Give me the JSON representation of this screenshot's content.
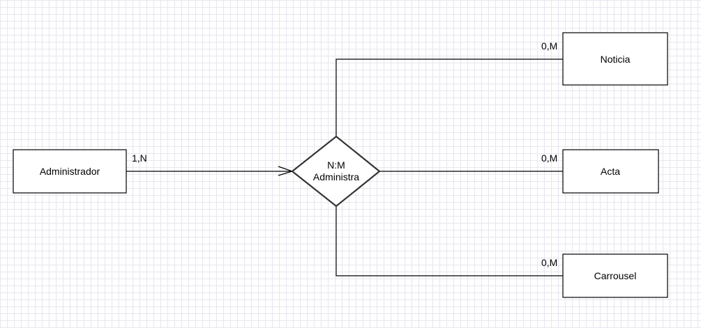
{
  "diagram": {
    "entities": {
      "administrador": "Administrador",
      "noticia": "Noticia",
      "acta": "Acta",
      "carrousel": "Carrousel"
    },
    "relationship": {
      "type": "N:M",
      "name": "Administra"
    },
    "cardinalities": {
      "administrador": "1,N",
      "noticia": "0,M",
      "acta": "0,M",
      "carrousel": "0,M"
    }
  }
}
